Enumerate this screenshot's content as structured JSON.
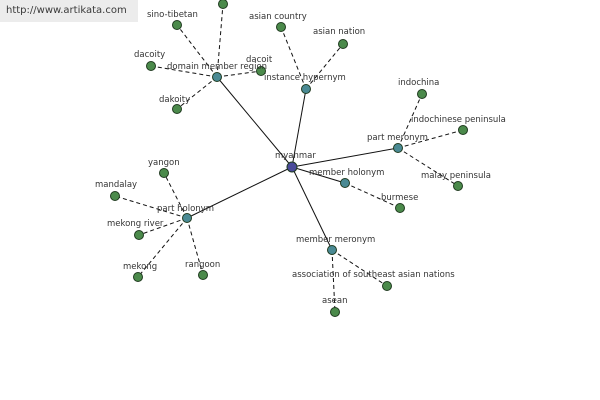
{
  "watermark": "http://www.artikata.com",
  "colors": {
    "root": "#4a4a9a",
    "relation": "#4a8a94",
    "leaf": "#4b8a4b",
    "edge": "#111111"
  },
  "graph": {
    "root": "myanmar",
    "relations": [
      {
        "id": "domain-member-region",
        "label": "domain member region",
        "children": [
          {
            "id": "sino-tibetan",
            "label": "sino-tibetan"
          },
          {
            "id": "top-unlabeled",
            "label": ""
          },
          {
            "id": "dacoity",
            "label": "dacoity"
          },
          {
            "id": "dacoit",
            "label": "dacoit"
          },
          {
            "id": "dakoity",
            "label": "dakoity"
          }
        ]
      },
      {
        "id": "instance-hypernym",
        "label": "instance hypernym",
        "children": [
          {
            "id": "asian-country",
            "label": "asian country"
          },
          {
            "id": "asian-nation",
            "label": "asian nation"
          }
        ]
      },
      {
        "id": "part-meronym",
        "label": "part meronym",
        "children": [
          {
            "id": "indochina",
            "label": "indochina"
          },
          {
            "id": "indochinese-peninsula",
            "label": "indochinese peninsula"
          },
          {
            "id": "malay-peninsula",
            "label": "malay peninsula"
          }
        ]
      },
      {
        "id": "member-holonym",
        "label": "member holonym",
        "children": [
          {
            "id": "burmese",
            "label": "burmese"
          }
        ]
      },
      {
        "id": "member-meronym",
        "label": "member meronym",
        "children": [
          {
            "id": "association-of-southeast-asian-nations",
            "label": "association of southeast asian nations"
          },
          {
            "id": "asean",
            "label": "asean"
          }
        ]
      },
      {
        "id": "part-holonym",
        "label": "part holonym",
        "children": [
          {
            "id": "yangon",
            "label": "yangon"
          },
          {
            "id": "mandalay",
            "label": "mandalay"
          },
          {
            "id": "mekong-river",
            "label": "mekong river"
          },
          {
            "id": "mekong",
            "label": "mekong"
          },
          {
            "id": "rangoon",
            "label": "rangoon"
          }
        ]
      }
    ]
  }
}
